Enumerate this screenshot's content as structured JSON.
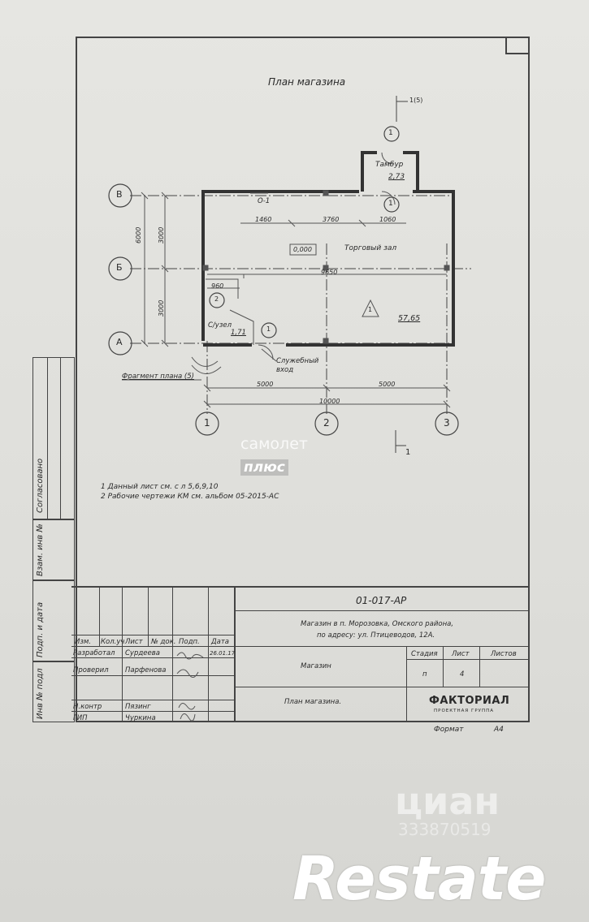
{
  "plan": {
    "title": "План магазина",
    "section_mark": "1(5)",
    "section_mark2": "1",
    "axes": {
      "row_b": "В",
      "row_v": "Б",
      "row_a": "А",
      "col1": "1",
      "col2": "2",
      "col3": "3"
    },
    "vestibule": {
      "name": "Тамбур",
      "area": "2,73",
      "marker": "1"
    },
    "hall": {
      "name": "Торговый зал",
      "area": "57,65",
      "marker": "1",
      "level": "0,000"
    },
    "wc": {
      "name": "С/узел",
      "area": "1,71",
      "marker": "2"
    },
    "service_entry": "Служебный вход",
    "fragment": "Фрагмент плана (5)",
    "window_mark": "О-1",
    "door_marker": "1",
    "dims": {
      "d1460": "1460",
      "d3760": "3760",
      "d1060": "1060",
      "d9650": "9650",
      "d960": "960",
      "d5000a": "5000",
      "d5000b": "5000",
      "d10000": "10000",
      "d6000": "6000",
      "d3000a": "3000",
      "d3000b": "3000"
    }
  },
  "notes": [
    "1 Данный лист см. с л 5,6,9,10",
    "2 Рабочие чертежи КМ см. альбом 05-2015-АС"
  ],
  "side_strip": {
    "soglasovano": "Согласовано",
    "vzam": "Взам. инв №",
    "podp": "Подп. и дата",
    "inv": "Инв № подл"
  },
  "title_block": {
    "doc_code": "01-017-АР",
    "address_line1": "Магазин в п. Морозовка, Омского района,",
    "address_line2": "по адресу: ул. Птицеводов, 12А.",
    "object": "Магазин",
    "sheet_title": "План магазина.",
    "headers": {
      "izm": "Изм.",
      "kol": "Кол.уч",
      "list": "Лист",
      "ndok": "№ док.",
      "podp": "Подп.",
      "data": "Дата",
      "stadia": "Стадия",
      "list2": "Лист",
      "listov": "Листов"
    },
    "rows": [
      {
        "role": "Разработал",
        "name": "Сурдеева",
        "date": "26.01.17"
      },
      {
        "role": "Проверил",
        "name": "Парфенова",
        "date": ""
      },
      {
        "role": "Н.контр",
        "name": "Пязинг",
        "date": ""
      },
      {
        "role": "ГИП",
        "name": "Чуркина",
        "date": ""
      }
    ],
    "stage": "п",
    "sheet_no": "4",
    "sheets": "",
    "company": "ФАКТОРИАЛ",
    "company_sub": "ПРОЕКТНАЯ ГРУППА",
    "format_label": "Формат",
    "format_value": "А4"
  },
  "watermarks": {
    "samolet": "самолет",
    "plus": "плюс",
    "cian": "циан",
    "cian_id": "333870519",
    "restate": "Restate"
  }
}
